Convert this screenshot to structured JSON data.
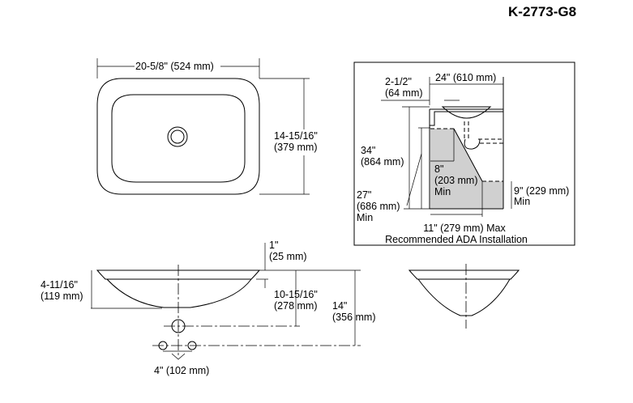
{
  "model_number": "K-2773-G8",
  "top_view": {
    "width_label": "20-5/8\" (524 mm)",
    "depth_label_in": "14-15/16\"",
    "depth_label_mm": "(379 mm)"
  },
  "ada_installation": {
    "caption": "Recommended ADA Installation",
    "cabinet_width": "24\" (610 mm)",
    "setback_in": "2-1/2\"",
    "setback_mm": "(64 mm)",
    "counter_height_in": "34\"",
    "counter_height_mm": "(864 mm)",
    "knee_depth_in": "8\"",
    "knee_depth_mm": "(203 mm)",
    "knee_depth_min": "Min",
    "knee_height_in": "27\"",
    "knee_height_mm": "(686 mm)",
    "knee_height_min": "Min",
    "toe_height": "9\" (229 mm)",
    "toe_height_min": "Min",
    "toe_depth": "11\" (279 mm) Max",
    "fill_color": "#d0d0d0"
  },
  "front_view": {
    "bowl_depth_in": "4-11/16\"",
    "bowl_depth_mm": "(119 mm)",
    "rim_offset_in": "1\"",
    "rim_offset_mm": "(25 mm)",
    "drain_drop_in": "10-15/16\"",
    "drain_drop_mm": "(278 mm)",
    "supply_drop_in": "14\"",
    "supply_drop_mm": "(356 mm)",
    "supply_spacing": "4\" (102 mm)"
  }
}
